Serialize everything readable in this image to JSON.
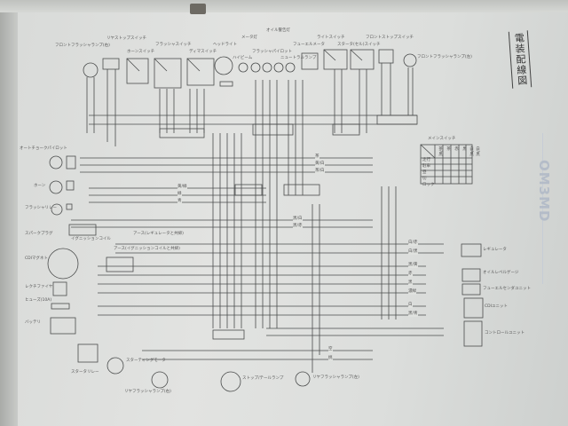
{
  "title": "電装配線図",
  "model_code": "OM3MD",
  "components": {
    "front_flasher_right": "フロントフラッシャランプ(右)",
    "rear_stop_switch": "リヤストップスイッチ",
    "horn_switch": "ホーンスイッチ",
    "flasher_switch": "フラッシャスイッチ",
    "dimmer_switch": "ディマスイッチ",
    "headlight": "ヘッドライト",
    "high_beam": "ハイビーム",
    "meter_light": "メータ灯",
    "flasher_pilot": "フラッシャパイロット",
    "oil_warning": "オイル警告灯",
    "neutral_lamp": "ニュートラルランプ",
    "fuel_meter": "フューエルメータ",
    "light_switch": "ライトスイッチ",
    "starter_switch": "スタータ(セル)スイッチ",
    "front_stop_switch": "フロントストップスイッチ",
    "front_flasher_left": "フロントフラッシャランプ(左)",
    "main_switch": "メインスイッチ",
    "auto_pilot": "オートチョークパイロット",
    "horn": "ホーン",
    "flasher_relay": "フラッシャリレー",
    "spark_plug": "スパークプラグ",
    "ignition_coil": "イグニッションコイル",
    "earth_regulator": "アース(レギュレータと共締)",
    "earth_ignition": "アース(イグニッションコイルと共締)",
    "cdi_magneto": "CDIマグネト",
    "rectifier": "レクチファイヤ",
    "fuse": "ヒューズ(10A)",
    "battery": "バッテリ",
    "starter_relay": "スタータリレー",
    "starting_motor": "スターティングモータ",
    "rear_flasher_right": "リヤフラッシャランプ(右)",
    "stop_tail_lamp": "ストップ/テールランプ",
    "rear_flasher_left": "リヤフラッシャランプ(左)",
    "regulator": "レギュレータ",
    "oil_level_gauge": "オイルレベルゲージ",
    "fuel_sender": "フューエルセンダユニット",
    "cdi_unit": "CDIユニット",
    "control_unit": "コントロールユニット"
  },
  "main_switch_table": {
    "columns": [
      "茶/黒",
      "茶",
      "赤",
      "黒",
      "白/黒",
      "白/黒"
    ],
    "rows": [
      "走行",
      "駐車",
      "昼",
      "切",
      "ロック"
    ]
  },
  "wire_colors": [
    "茶",
    "黄/白",
    "茶/白",
    "黄/緑",
    "緑",
    "青",
    "黒/白",
    "黒/赤",
    "白/赤",
    "白/黒",
    "黒/黄",
    "赤",
    "黒",
    "濃緑",
    "白",
    "黒/青",
    "空",
    "桃"
  ]
}
